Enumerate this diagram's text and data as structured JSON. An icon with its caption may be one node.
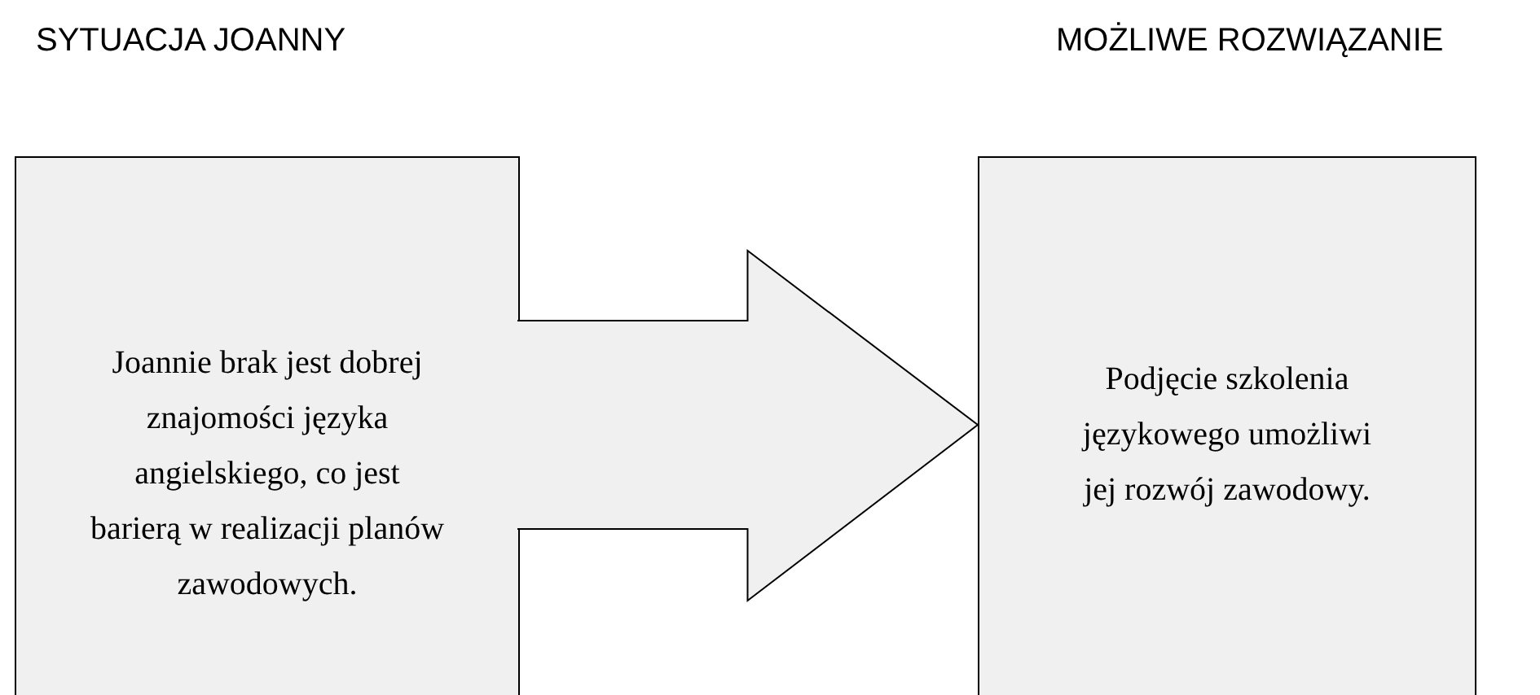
{
  "diagram": {
    "nodes": [
      {
        "text": [
          "Joannie brak jest dobrej znajomości języka angielskiego, co jest barierą w realizacji planów zawodowych."
        ]
      },
      {
        "text": [
          "Podjęcie szkolenia językowego umożliwi jej rozwój zawodowy."
        ]
      }
    ],
    "edges": [
      {
        "from": 0,
        "to": 1,
        "arrow": "to"
      }
    ],
    "labels": [
      "SYTUACJA JOANNY",
      "MOŻLIWE ROZWIĄZANIE"
    ]
  }
}
